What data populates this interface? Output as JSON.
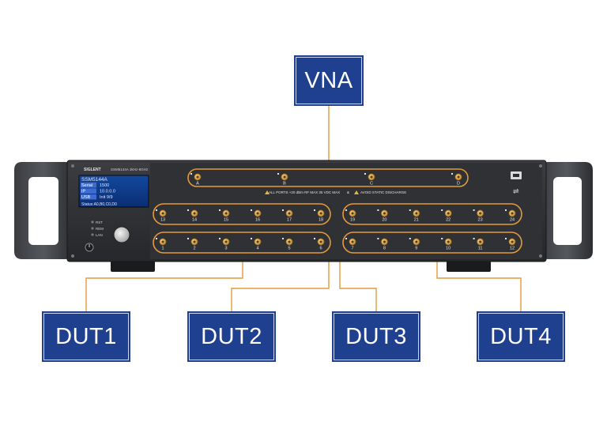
{
  "labels": {
    "vna": "VNA",
    "dut1": "DUT1",
    "dut2": "DUT2",
    "dut3": "DUT3",
    "dut4": "DUT4"
  },
  "device": {
    "brand": "SIGLENT",
    "model": "SSM5144A",
    "model_desc": "3kHz-8GHz",
    "screen": {
      "title": "SSM5144A",
      "rows": [
        {
          "key": "Serial",
          "value": "1500"
        },
        {
          "key": "IP",
          "value": "10.0.0.0"
        },
        {
          "key": "USB",
          "value": "Init 9/9"
        }
      ],
      "status": "Status:A0,B0,C0,D0"
    },
    "leds": [
      "RST",
      "REM",
      "LAN"
    ],
    "warning": "ALL PORTS +20 dBm RF MAX 35 VDC MAX",
    "discharge": "AVOID STATIC DISCHARGE",
    "vna_ports": [
      "A",
      "B",
      "C",
      "D"
    ],
    "upper_left_ports": [
      "13",
      "14",
      "15",
      "16",
      "17",
      "18"
    ],
    "upper_right_ports": [
      "19",
      "20",
      "21",
      "22",
      "23",
      "24"
    ],
    "lower_left_ports": [
      "1",
      "2",
      "3",
      "4",
      "5",
      "6"
    ],
    "lower_right_ports": [
      "7",
      "8",
      "9",
      "10",
      "11",
      "12"
    ]
  },
  "colors": {
    "accent_orange": "#e39a3a",
    "callout_blue": "#1f3f8f",
    "panel_dark": "#2c2e31",
    "screen_bg": "#0e3a8a"
  }
}
